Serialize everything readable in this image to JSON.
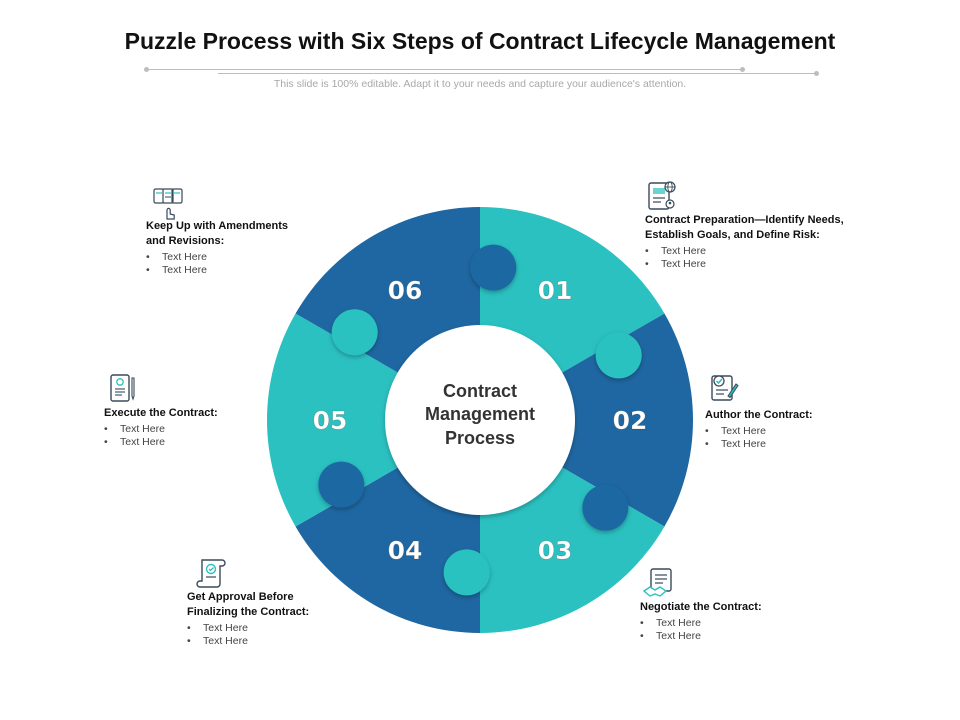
{
  "title": "Puzzle Process with Six Steps of Contract Lifecycle Management",
  "subtitle": "This slide is 100% editable. Adapt it to your needs and capture your audience's attention.",
  "center_label": "Contract\nManagement\nProcess",
  "colors": {
    "teal": "#2bc1c1",
    "blue": "#1f67a2",
    "icon_stroke": "#3a4a5a",
    "icon_accent": "#2bc1c1"
  },
  "steps": [
    {
      "number": "01",
      "title": "Contract Preparation—Identify Needs,\nEstablish Goals, and Define Risk:",
      "bullets": [
        "Text Here",
        "Text Here"
      ],
      "icon": "document-globe-icon"
    },
    {
      "number": "02",
      "title": "Author the Contract:",
      "bullets": [
        "Text Here",
        "Text Here"
      ],
      "icon": "contract-pen-icon"
    },
    {
      "number": "03",
      "title": "Negotiate the Contract:",
      "bullets": [
        "Text Here",
        "Text Here"
      ],
      "icon": "handshake-document-icon"
    },
    {
      "number": "04",
      "title": "Get Approval Before\nFinalizing the Contract:",
      "bullets": [
        "Text Here",
        "Text Here"
      ],
      "icon": "approval-scroll-icon"
    },
    {
      "number": "05",
      "title": "Execute the Contract:",
      "bullets": [
        "Text Here",
        "Text Here"
      ],
      "icon": "signed-document-icon"
    },
    {
      "number": "06",
      "title": "Keep Up with Amendments\nand Revisions:",
      "bullets": [
        "Text Here",
        "Text Here"
      ],
      "icon": "document-revision-icon"
    }
  ]
}
